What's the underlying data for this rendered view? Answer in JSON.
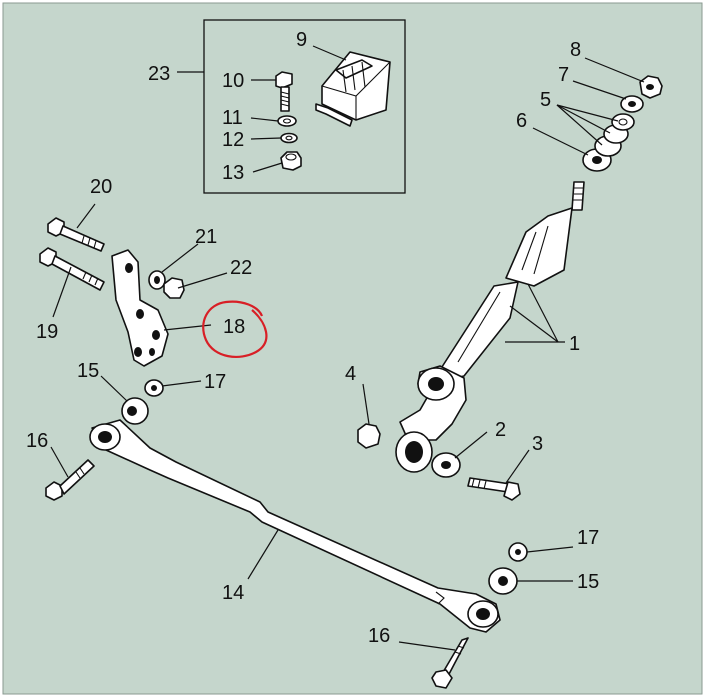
{
  "colors": {
    "background": "#c5d6cc",
    "frame": "#ffffff",
    "line": "#111111",
    "highlight": "#d81f26"
  },
  "callouts": {
    "c1": "1",
    "c2": "2",
    "c3": "3",
    "c4": "4",
    "c5": "5",
    "c6": "6",
    "c7": "7",
    "c8": "8",
    "c9": "9",
    "c10": "10",
    "c11": "11",
    "c12": "12",
    "c13": "13",
    "c14": "14",
    "c15a": "15",
    "c15b": "15",
    "c16a": "16",
    "c16b": "16",
    "c17a": "17",
    "c17b": "17",
    "c18": "18",
    "c19": "19",
    "c20": "20",
    "c21": "21",
    "c22": "22",
    "c23": "23"
  },
  "highlighted_callout": "18"
}
